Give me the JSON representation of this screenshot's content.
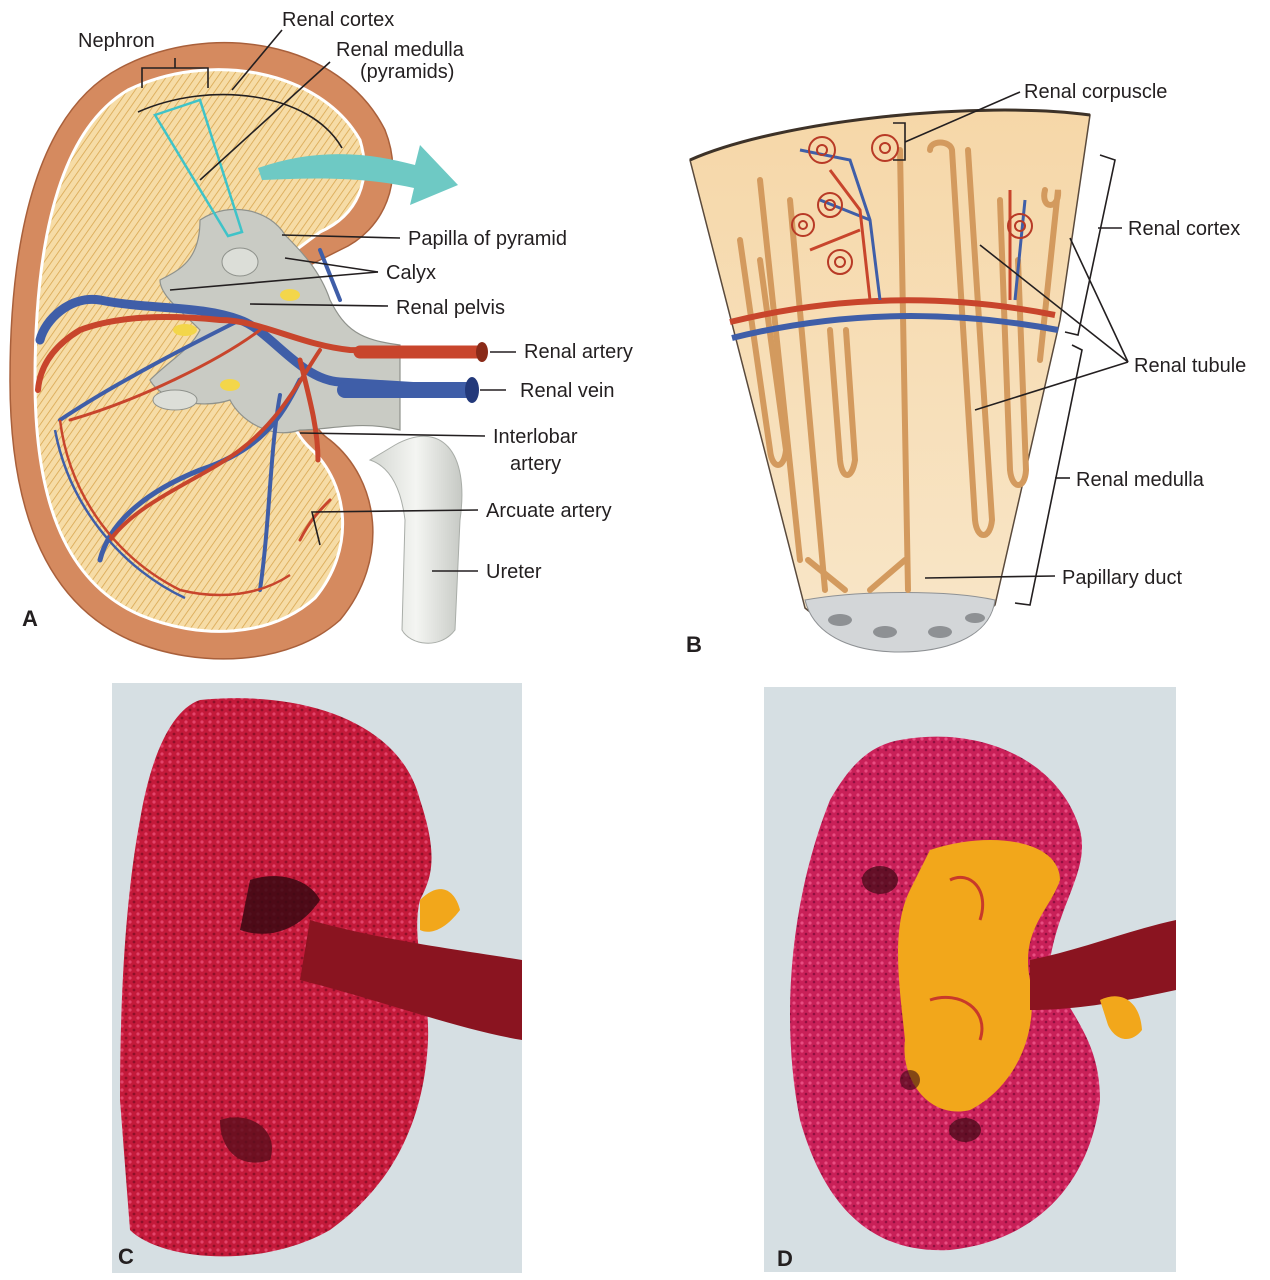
{
  "panels": {
    "a": {
      "letter": "A",
      "labels": {
        "nephron": "Nephron",
        "renal_cortex": "Renal cortex",
        "renal_medulla_1": "Renal medulla",
        "renal_medulla_2": "(pyramids)",
        "papilla": "Papilla of pyramid",
        "calyx": "Calyx",
        "renal_pelvis": "Renal pelvis",
        "renal_artery": "Renal artery",
        "renal_vein": "Renal vein",
        "interlobar_1": "Interlobar",
        "interlobar_2": "artery",
        "arcuate": "Arcuate artery",
        "ureter": "Ureter"
      }
    },
    "b": {
      "letter": "B",
      "labels": {
        "renal_corpuscle": "Renal corpuscle",
        "renal_cortex": "Renal cortex",
        "renal_tubule": "Renal tubule",
        "renal_medulla": "Renal medulla",
        "papillary_duct": "Papillary duct"
      }
    },
    "c": {
      "letter": "C"
    },
    "d": {
      "letter": "D"
    }
  },
  "colors": {
    "capsule": "#d58a5f",
    "cortex_fill": "#f6dca6",
    "artery": "#c8452c",
    "vein": "#3f5ea8",
    "pelvis": "#c9cbc4",
    "cyan_arrow": "#6ec9c4",
    "cast_red": "#c41a3a",
    "cast_yellow": "#f2a71b"
  }
}
